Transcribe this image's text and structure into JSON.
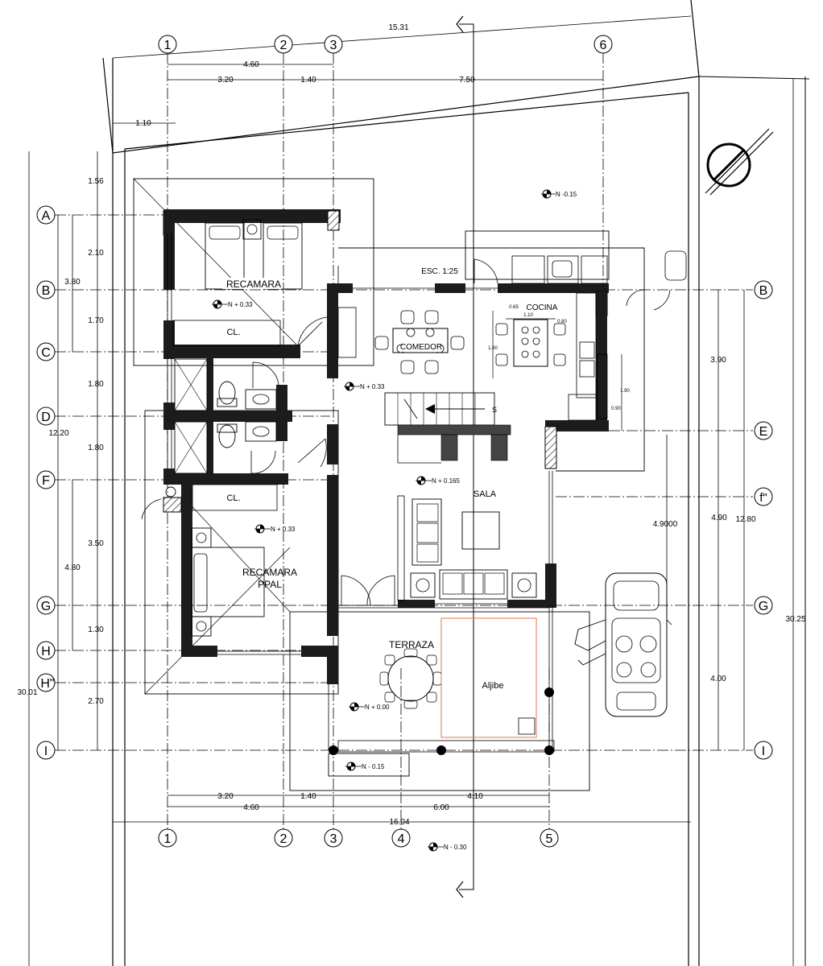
{
  "grid_labels": {
    "top": [
      "1",
      "2",
      "3",
      "6"
    ],
    "bottom": [
      "1",
      "2",
      "3",
      "4",
      "5"
    ],
    "left": [
      "A",
      "B",
      "C",
      "D",
      "F",
      "G",
      "H",
      "H\""
    ],
    "left_bottom": "I",
    "right": [
      "B",
      "E",
      "f\"",
      "G",
      "I"
    ]
  },
  "dimensions": {
    "top_total": "15.31",
    "top_4_60": "4.60",
    "top_3_20": "3.20",
    "top_1_40": "1.40",
    "top_7_50": "7.50",
    "setback_1_10": "1.10",
    "left_1_56": "1.56",
    "left_2_10": "2.10",
    "left_3_80": "3.80",
    "left_1_70": "1.70",
    "left_1_80a": "1.80",
    "left_12_20": "12.20",
    "left_1_80b": "1.80",
    "left_3_50": "3.50",
    "left_4_80": "4.80",
    "left_1_30": "1.30",
    "left_2_70": "2.70",
    "left_total": "30.01",
    "right_3_90": "3.90",
    "right_4_90": "4.90",
    "right_12_80": "12.80",
    "right_4_00": "4.00",
    "right_total": "30.25",
    "garage_4_9000": "4.9000",
    "bottom_3_20": "3.20",
    "bottom_1_40": "1.40",
    "bottom_4_10": "4.10",
    "bottom_4_60": "4.60",
    "bottom_6_00": "6.00",
    "bottom_total": "16.04",
    "kitchen_0_65": "0.65",
    "kitchen_1_10": "1.10",
    "kitchen_0_80": "0.80",
    "kitchen_1_60": "1.60",
    "kitchen_1_90": "1.90",
    "kitchen_0_90": "0.90"
  },
  "rooms": {
    "recamara": "RECAMARA",
    "closet_1": "CL.",
    "closet_2": "CL.",
    "comedor": "COMEDOR",
    "cocina": "COCINA",
    "sala": "SALA",
    "recamara_ppal_1": "RECAMARA",
    "recamara_ppal_2": "PPAL",
    "terraza": "TERRAZA",
    "aljibe": "Aljibe"
  },
  "annotations": {
    "scale": "ESC. 1:25",
    "stair_label": "S"
  },
  "levels": {
    "garden_top": "N -0.15",
    "recamara": "N + 0.33",
    "comedor": "N + 0.33",
    "sala": "N + 0.165",
    "recamara_ppal": "N + 0.33",
    "terraza": "N + 0.00",
    "terraza_step": "N - 0.15",
    "street": "N - 0.30"
  }
}
